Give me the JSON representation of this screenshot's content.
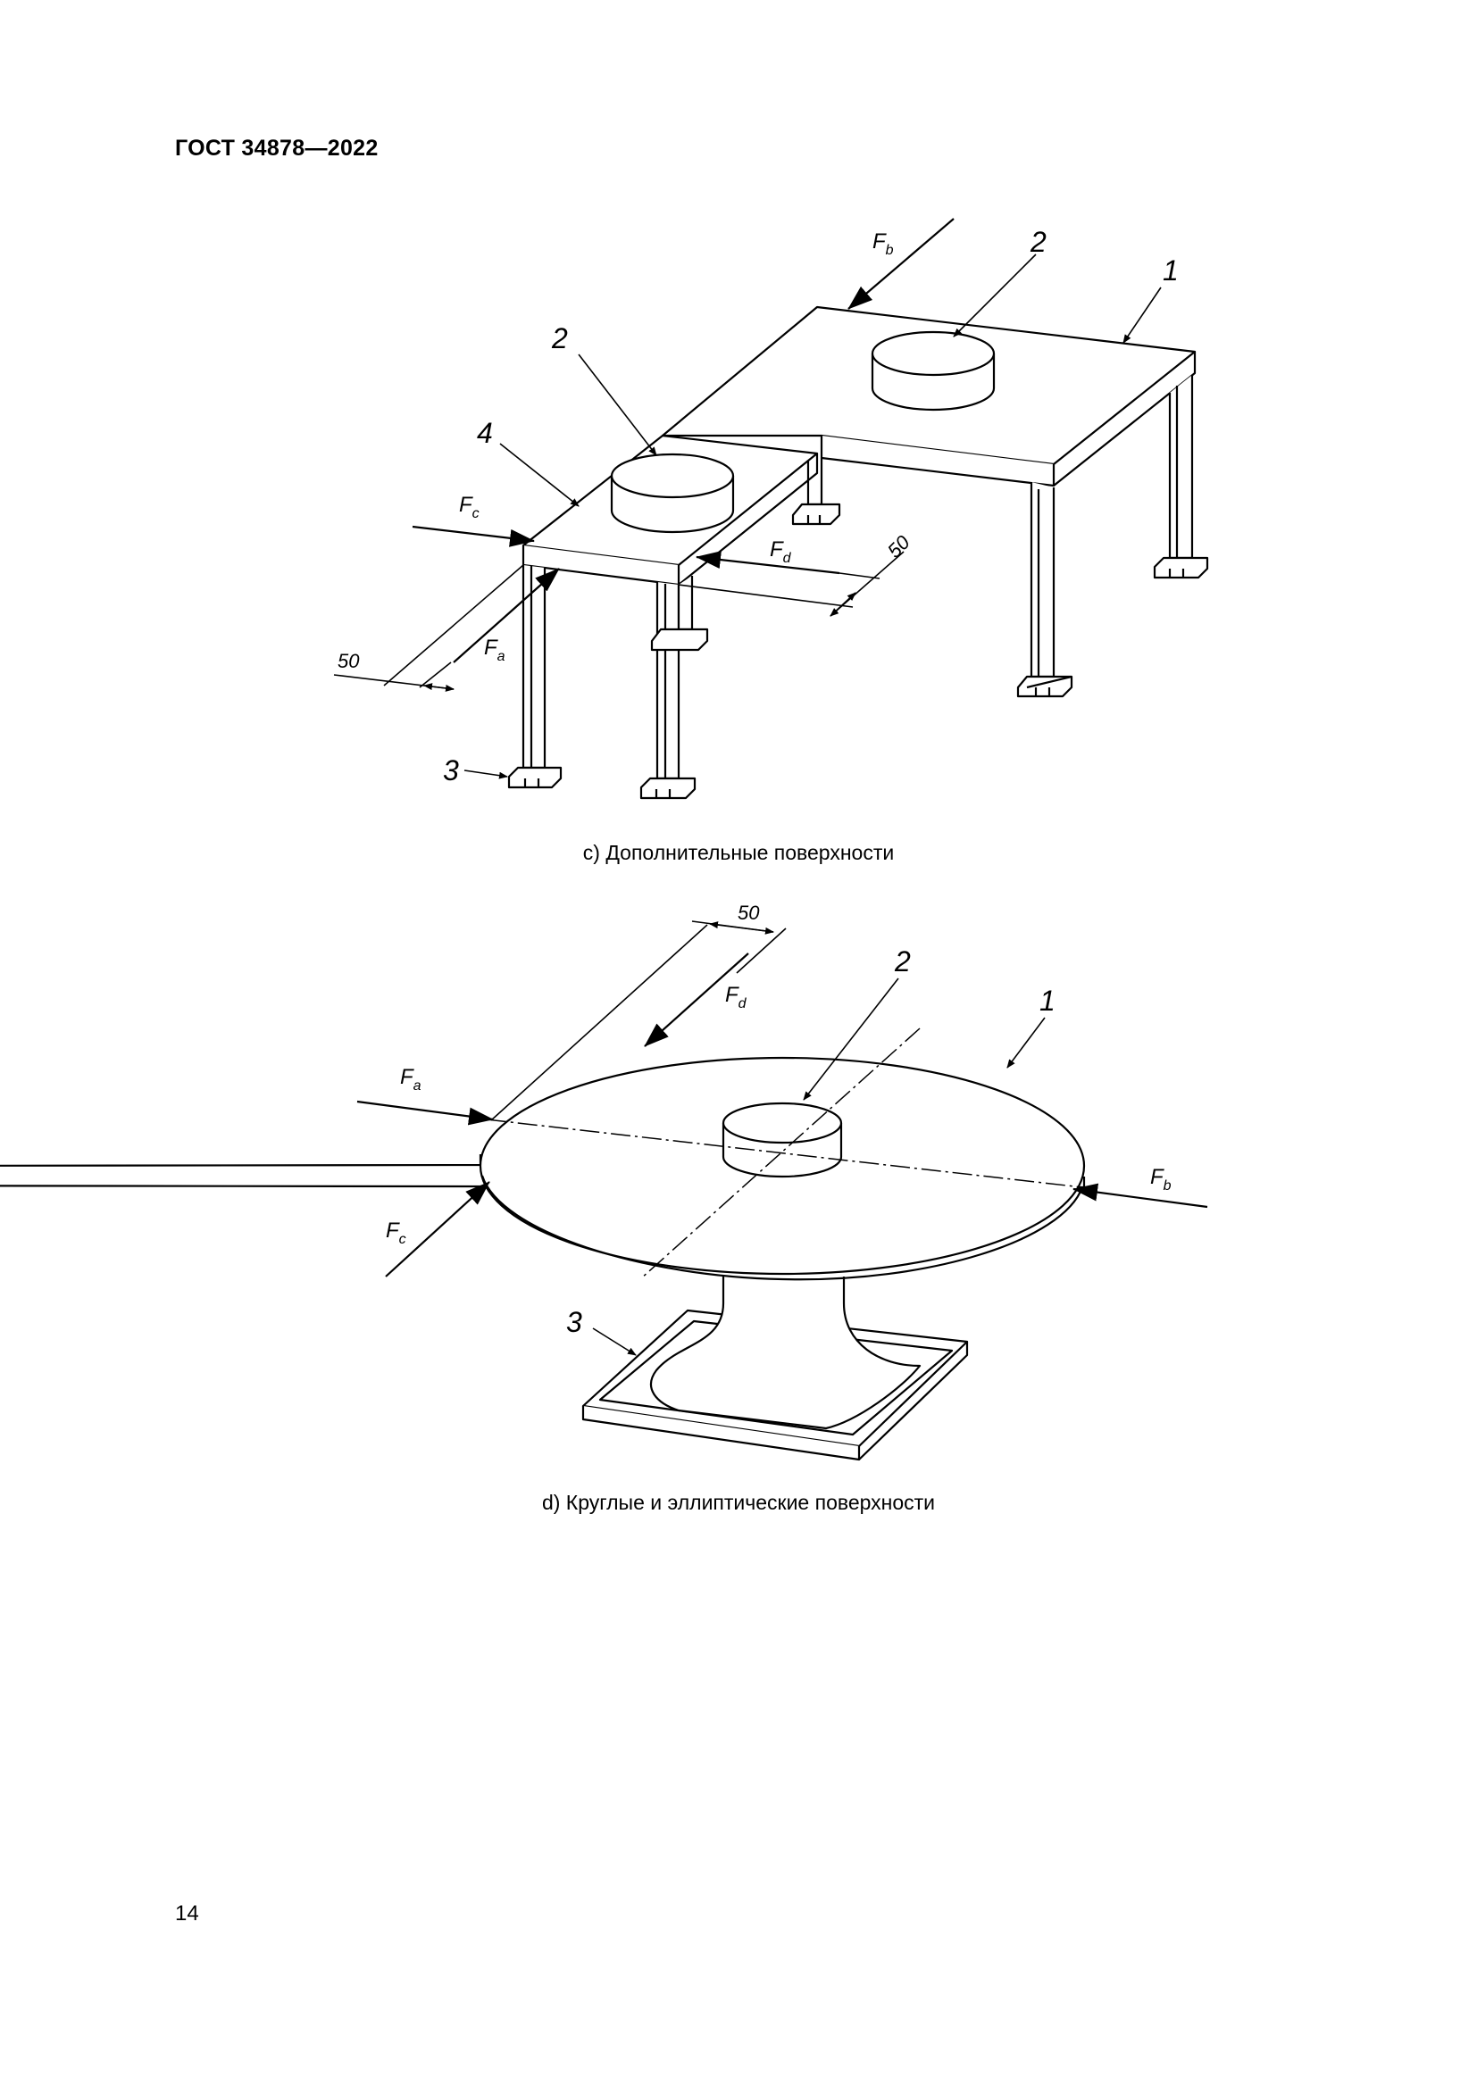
{
  "header": {
    "standard": "ГОСТ 34878—2022"
  },
  "page_number": "14",
  "figure_c": {
    "caption": "с) Дополнительные поверхности",
    "labels": {
      "table": "1",
      "load_disc_main": "2",
      "load_disc_ext": "2",
      "foot": "3",
      "extension": "4"
    },
    "forces": {
      "a": "F",
      "a_sub": "a",
      "b": "F",
      "b_sub": "b",
      "c": "F",
      "c_sub": "c",
      "d": "F",
      "d_sub": "d"
    },
    "dimensions": {
      "left": "50",
      "right": "50"
    }
  },
  "figure_d": {
    "caption": "d) Круглые и эллиптические поверхности",
    "labels": {
      "table": "1",
      "load_disc": "2",
      "base": "3"
    },
    "forces": {
      "a": "F",
      "a_sub": "a",
      "b": "F",
      "b_sub": "b",
      "c": "F",
      "c_sub": "c",
      "d": "F",
      "d_sub": "d"
    },
    "dimensions": {
      "top": "50"
    }
  }
}
